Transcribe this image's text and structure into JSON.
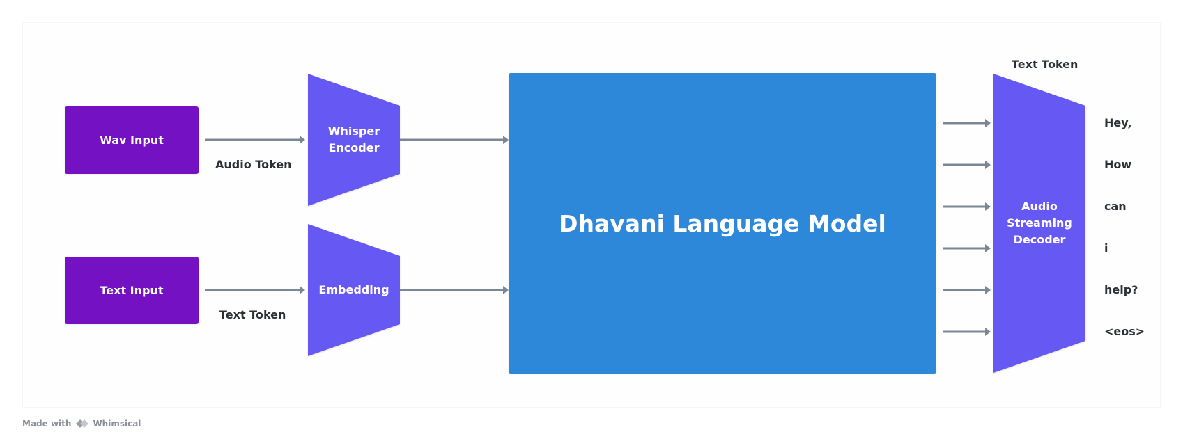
{
  "nodes": {
    "wav_input": "Wav Input",
    "text_input": "Text Input",
    "whisper_encoder": "Whisper Encoder",
    "embedding": "Embedding",
    "model": "Dhavani Language Model",
    "decoder": "Audio Streaming Decoder"
  },
  "edge_labels": {
    "audio_token": "Audio Token",
    "text_token_input": "Text Token",
    "text_token_output": "Text Token"
  },
  "output_words": [
    "Hey,",
    "How",
    "can",
    "i",
    "help?",
    "<eos>"
  ],
  "footer": {
    "made_with": "Made with",
    "brand": "Whimsical"
  },
  "colors": {
    "input_box": "#7411c2",
    "trapezoid": "#6659f3",
    "model_box": "#2e88da",
    "arrow": "#7a8896",
    "text": "#2b2f36"
  }
}
